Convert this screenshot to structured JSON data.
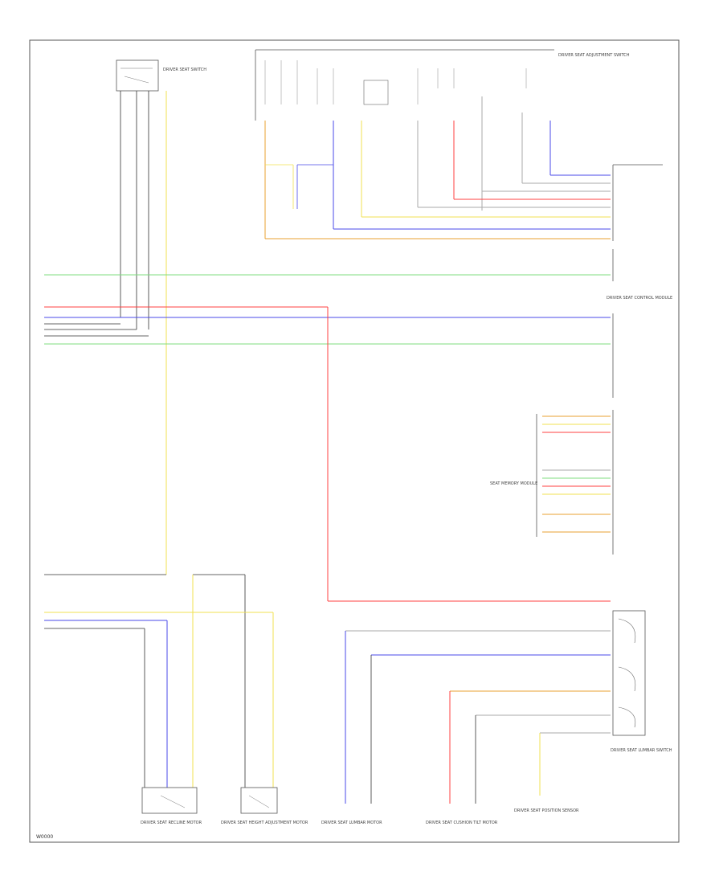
{
  "diagram": {
    "page_ref": "W0000",
    "colors": {
      "green": "#7fdc7f",
      "red": "#ff4040",
      "blue": "#4a4ae8",
      "yellow": "#f0e050",
      "orange": "#e8a030",
      "black": "#333333",
      "grey": "#aaaaaa",
      "purple": "#9a6ad0"
    },
    "components": {
      "top_left_switch": "DRIVER SEAT SWITCH",
      "top_right_switch": "DRIVER SEAT ADJUSTMENT SWITCH",
      "mid_right_module": "DRIVER SEAT CONTROL MODULE",
      "mid_right_module_2": "SEAT MEMORY MODULE",
      "right_switch": "DRIVER SEAT LUMBAR SWITCH",
      "bottom_1": "DRIVER SEAT RECLINE MOTOR",
      "bottom_2": "DRIVER SEAT HEIGHT ADJUSTMENT MOTOR",
      "bottom_3": "DRIVER SEAT LUMBAR MOTOR",
      "bottom_4": "DRIVER SEAT CUSHION TILT MOTOR",
      "bottom_5": "DRIVER SEAT POSITION SENSOR"
    }
  }
}
